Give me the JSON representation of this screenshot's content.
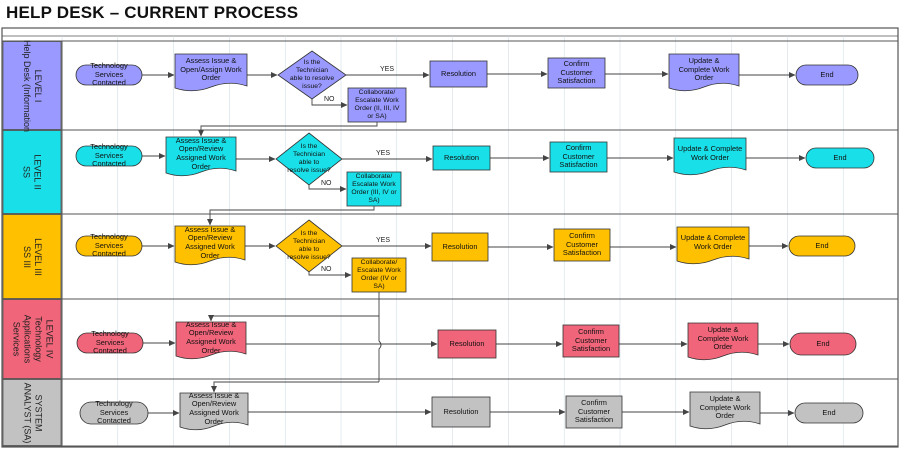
{
  "title": "HELP DESK – CURRENT PROCESS",
  "colors": {
    "level1": "#9999ff",
    "level2": "#19e0e8",
    "level3": "#ffc000",
    "level4": "#f0657a",
    "system": "#c2c2c2",
    "laneBorder": "#555555",
    "grid": "#8aa8b8"
  },
  "lanes": [
    {
      "id": "l1",
      "label_lines": [
        "LEVEL I",
        "Help Desk (Information"
      ],
      "start": "Technology Services Contacted",
      "assess": "Assess Issue & Open/Assign Work Order",
      "decision": "Is the Technician able to resolve issue?",
      "yes": "YES",
      "no": "NO",
      "escalate": "Collaborate/ Escalate Work Order (II, III, IV or SA)",
      "resolution": "Resolution",
      "confirm": "Confirm Customer Satisfaction",
      "update": "Update & Complete Work Order",
      "end": "End"
    },
    {
      "id": "l2",
      "label_lines": [
        "LEVEL II",
        "SS"
      ],
      "start": "Technology Services Contacted",
      "assess": "Assess Issue & Open/Review Assigned Work Order",
      "decision": "Is the Technician able to resolve issue?",
      "yes": "YES",
      "no": "NO",
      "escalate": "Collaborate/ Escalate Work Order (III, IV or SA)",
      "resolution": "Resolution",
      "confirm": "Confirm Customer Satisfaction",
      "update": "Update & Complete Work Order",
      "end": "End"
    },
    {
      "id": "l3",
      "label_lines": [
        "LEVEL III",
        "SS III"
      ],
      "start": "Technology Services Contacted",
      "assess": "Assess Issue & Open/Review Assigned Work Order",
      "decision": "Is the Technician able to resolve issue?",
      "yes": "YES",
      "no": "NO",
      "escalate": "Collaborate/ Escalate Work Order (IV or SA)",
      "resolution": "Resolution",
      "confirm": "Confirm Customer Satisfaction",
      "update": "Update & Complete Work Order",
      "end": "End"
    },
    {
      "id": "l4",
      "label_lines": [
        "LEVEL IV",
        "Technology",
        "Applications",
        "Services"
      ],
      "start": "Technology Services Contacted",
      "assess": "Assess Issue & Open/Review Assigned Work Order",
      "resolution": "Resolution",
      "confirm": "Confirm Customer Satisfaction",
      "update": "Update & Complete Work Order",
      "end": "End"
    },
    {
      "id": "sa",
      "label_lines": [
        "SYSTEM",
        "ANALYST (SA)"
      ],
      "start": "Technology Services Contacted",
      "assess": "Assess Issue & Open/Review Assigned Work Order",
      "resolution": "Resolution",
      "confirm": "Confirm Customer Satisfaction",
      "update": "Update & Complete Work Order",
      "end": "End"
    }
  ]
}
